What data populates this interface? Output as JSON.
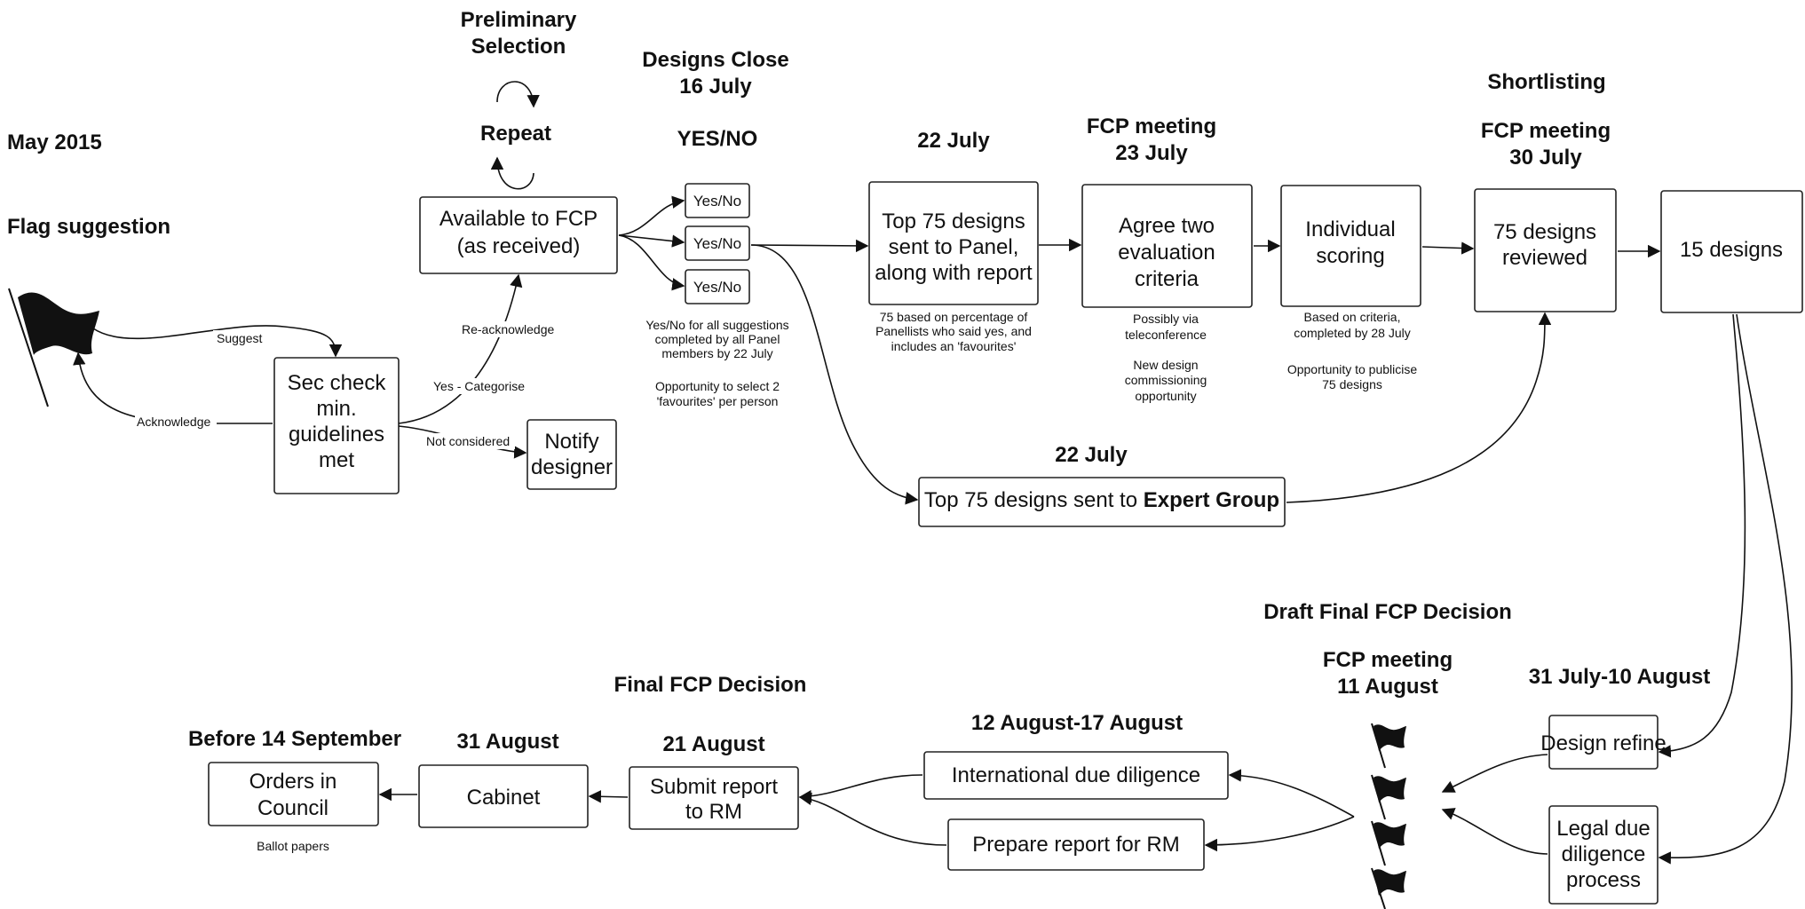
{
  "headings": {
    "may": "May 2015",
    "flag": "Flag suggestion",
    "prelim_1": "Preliminary",
    "prelim_2": "Selection",
    "repeat": "Repeat",
    "designs_close_1": "Designs Close",
    "designs_close_2": "16 July",
    "yes_no": "YES/NO",
    "jul22_top": "22 July",
    "fcp23_1": "FCP meeting",
    "fcp23_2": "23 July",
    "shortlisting": "Shortlisting",
    "fcp30_1": "FCP meeting",
    "fcp30_2": "30 July",
    "jul22_expert": "22 July",
    "draft_final": "Draft Final FCP Decision",
    "fcp11_1": "FCP meeting",
    "fcp11_2": "11 August",
    "jul31_aug10": "31 July-10 August",
    "aug12_17": "12 August-17 August",
    "final_fcp": "Final FCP Decision",
    "aug21": "21 August",
    "aug31": "31 August",
    "before_sep14": "Before 14 September"
  },
  "boxes": {
    "available": [
      "Available to FCP",
      "(as received)"
    ],
    "sec_check": [
      "Sec check",
      "min.",
      "guidelines",
      "met"
    ],
    "notify": [
      "Notify",
      "designer"
    ],
    "yesno_1": "Yes/No",
    "yesno_2": "Yes/No",
    "yesno_3": "Yes/No",
    "top75_panel": [
      "Top 75 designs",
      "sent to Panel,",
      "along with report"
    ],
    "agree_two": [
      "Agree two",
      "evaluation",
      "criteria"
    ],
    "individual": [
      "Individual",
      "scoring"
    ],
    "reviewed75": [
      "75 designs",
      "reviewed"
    ],
    "fifteen": "15 designs",
    "expert_prefix": "Top 75 designs sent to ",
    "expert_bold": "Expert Group",
    "design_refine": "Design refine",
    "legal": [
      "Legal due",
      "diligence",
      "process"
    ],
    "intl": "International due diligence",
    "prepare": "Prepare report for RM",
    "submit": [
      "Submit report",
      "to RM"
    ],
    "cabinet": "Cabinet",
    "orders": [
      "Orders in",
      "Council"
    ]
  },
  "notes": {
    "yesno_note": [
      "Yes/No for all suggestions",
      "completed by all Panel",
      "members by 22 July",
      "",
      "Opportunity to select 2",
      "'favourites' per person"
    ],
    "top75_note": [
      "75 based on percentage of",
      "Panellists who said yes, and",
      "includes an 'favourites'"
    ],
    "agree_note": [
      "Possibly via",
      "teleconference",
      "",
      "New design",
      "commissioning",
      "opportunity"
    ],
    "individual_note": [
      "Based on criteria,",
      "completed by 28 July",
      "",
      "Opportunity to publicise",
      "75 designs"
    ],
    "ballot": "Ballot papers"
  },
  "edge_labels": {
    "suggest": "Suggest",
    "acknowledge": "Acknowledge",
    "re_acknowledge": "Re-acknowledge",
    "yes_categorise": "Yes - Categorise",
    "not_considered": "Not considered"
  },
  "colors": {
    "ink": "#111111",
    "box_stroke": "#222222",
    "background": "#ffffff"
  }
}
